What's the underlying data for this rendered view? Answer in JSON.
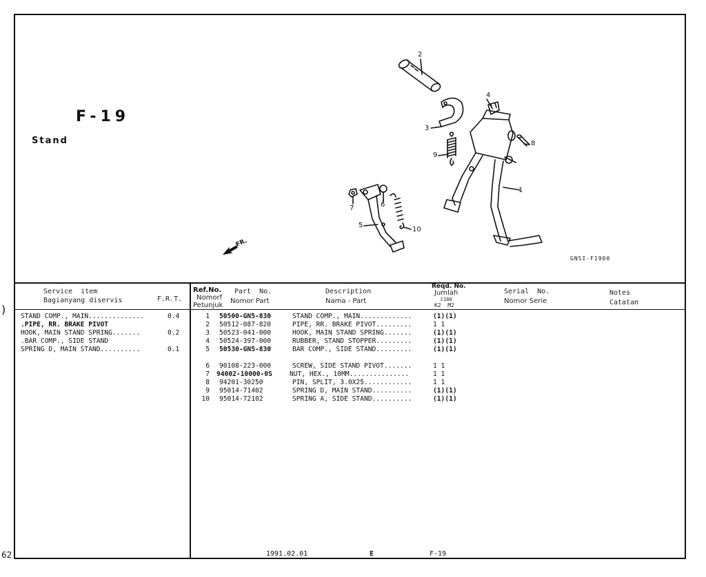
{
  "page": {
    "title": "F-19",
    "subtitle": "Stand",
    "figure_code": "GN5I-F1900",
    "page_number": "62",
    "side_mark": ")"
  },
  "diagram": {
    "callouts": [
      "1",
      "2",
      "3",
      "4",
      "5",
      "6",
      "7",
      "8",
      "9",
      "10"
    ],
    "front_label": "FR."
  },
  "headers": {
    "service_en": "Service  item",
    "service_id": "Bagianyang diservis",
    "frt": "F.R.T.",
    "ref_1": "Ref.No.",
    "ref_2": "Nomorf",
    "ref_3": "Petunjuk",
    "part_1": "Part  No.",
    "part_2": "Nomor Part",
    "desc_1": "Description",
    "desc_2": "Nama - Part",
    "reqd_1": "Reqd. No.",
    "reqd_2": "Jumlah",
    "reqd_3": "C100",
    "reqd_4": "K2  M2",
    "serial_1": "Serial  No.",
    "serial_2": "Nomor Serie",
    "notes_1": "Notes",
    "notes_2": "Catatan"
  },
  "service_items": [
    {
      "name": "STAND COMP., MAIN..............",
      "frt": "0.4"
    },
    {
      "name": ".PIPE, RR. BRAKE PIVOT",
      "frt": ""
    },
    {
      "name": " HOOK, MAIN STAND SPRING.......",
      "frt": "0.2"
    },
    {
      "name": ".BAR COMP., SIDE STAND",
      "frt": ""
    },
    {
      "name": " SPRING D, MAIN STAND..........",
      "frt": "0.1"
    }
  ],
  "parts": [
    {
      "ref": "1",
      "part_no": "50500-GN5-830",
      "desc": "STAND  COMP.,  MAIN.............",
      "qty": "(1)(1)"
    },
    {
      "ref": "2",
      "part_no": "50512-087-820",
      "desc": "PIPE,  RR.  BRAKE  PIVOT.........",
      "qty": " 1  1"
    },
    {
      "ref": "3",
      "part_no": "50523-041-000",
      "desc": "HOOK,  MAIN  STAND  SPRING.......",
      "qty": "(1)(1)"
    },
    {
      "ref": "4",
      "part_no": "50524-397-000",
      "desc": "RUBBER,  STAND  STOPPER.........",
      "qty": "(1)(1)"
    },
    {
      "ref": "5",
      "part_no": "50530-GN5-830",
      "desc": "BAR  COMP.,  SIDE  STAND.........",
      "qty": "(1)(1)"
    },
    {
      "ref": "6",
      "part_no": "90108-223-000",
      "desc": "SCREW,  SIDE  STAND  PIVOT.......",
      "qty": " 1  1"
    },
    {
      "ref": "7",
      "part_no": "94002-10000-0S",
      "desc": "NUT,  HEX.,  10MM...............",
      "qty": " 1  1"
    },
    {
      "ref": "8",
      "part_no": "94201-30250",
      "desc": "PIN,  SPLIT,  3.0X25............",
      "qty": " 1  1"
    },
    {
      "ref": "9",
      "part_no": "95014-71402",
      "desc": "SPRING  D,  MAIN  STAND..........",
      "qty": "(1)(1)"
    },
    {
      "ref": "10",
      "part_no": "95014-72102",
      "desc": "SPRING  A,  SIDE  STAND..........",
      "qty": "(1)(1)"
    }
  ],
  "footer": {
    "date": "1991.02.01",
    "mark": "E",
    "page_code": "F-19"
  }
}
